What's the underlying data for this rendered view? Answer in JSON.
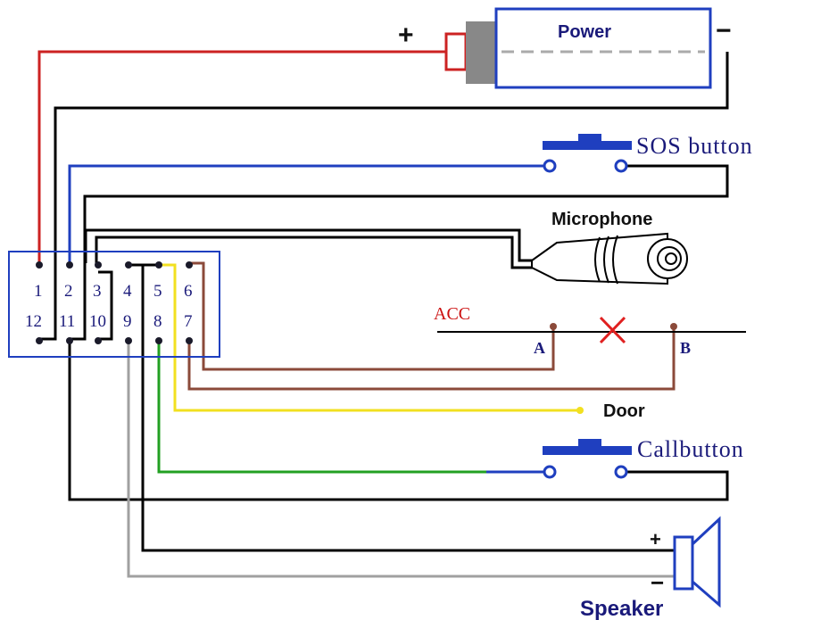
{
  "power": {
    "label": "Power",
    "plus": "+",
    "minus": "−"
  },
  "sos": {
    "label": "SOS button"
  },
  "microphone": {
    "label": "Microphone"
  },
  "acc": {
    "label": "ACC",
    "point_a": "A",
    "point_b": "B"
  },
  "door": {
    "label": "Door"
  },
  "call": {
    "label": "Callbutton"
  },
  "speaker": {
    "label": "Speaker",
    "plus": "+",
    "minus": "−"
  },
  "connector": {
    "top_pins": [
      "1",
      "2",
      "3",
      "4",
      "5",
      "6"
    ],
    "bottom_pins": [
      "12",
      "11",
      "10",
      "9",
      "8",
      "7"
    ]
  },
  "colors": {
    "red": "#cc2222",
    "blue": "#1f3fbf",
    "black": "#000000",
    "brown": "#8b4a3a",
    "yellow": "#f2e020",
    "green": "#22a022",
    "gray": "#a0a0a0",
    "label_dark": "#1a1a7a",
    "acc_red": "#cc1111"
  }
}
